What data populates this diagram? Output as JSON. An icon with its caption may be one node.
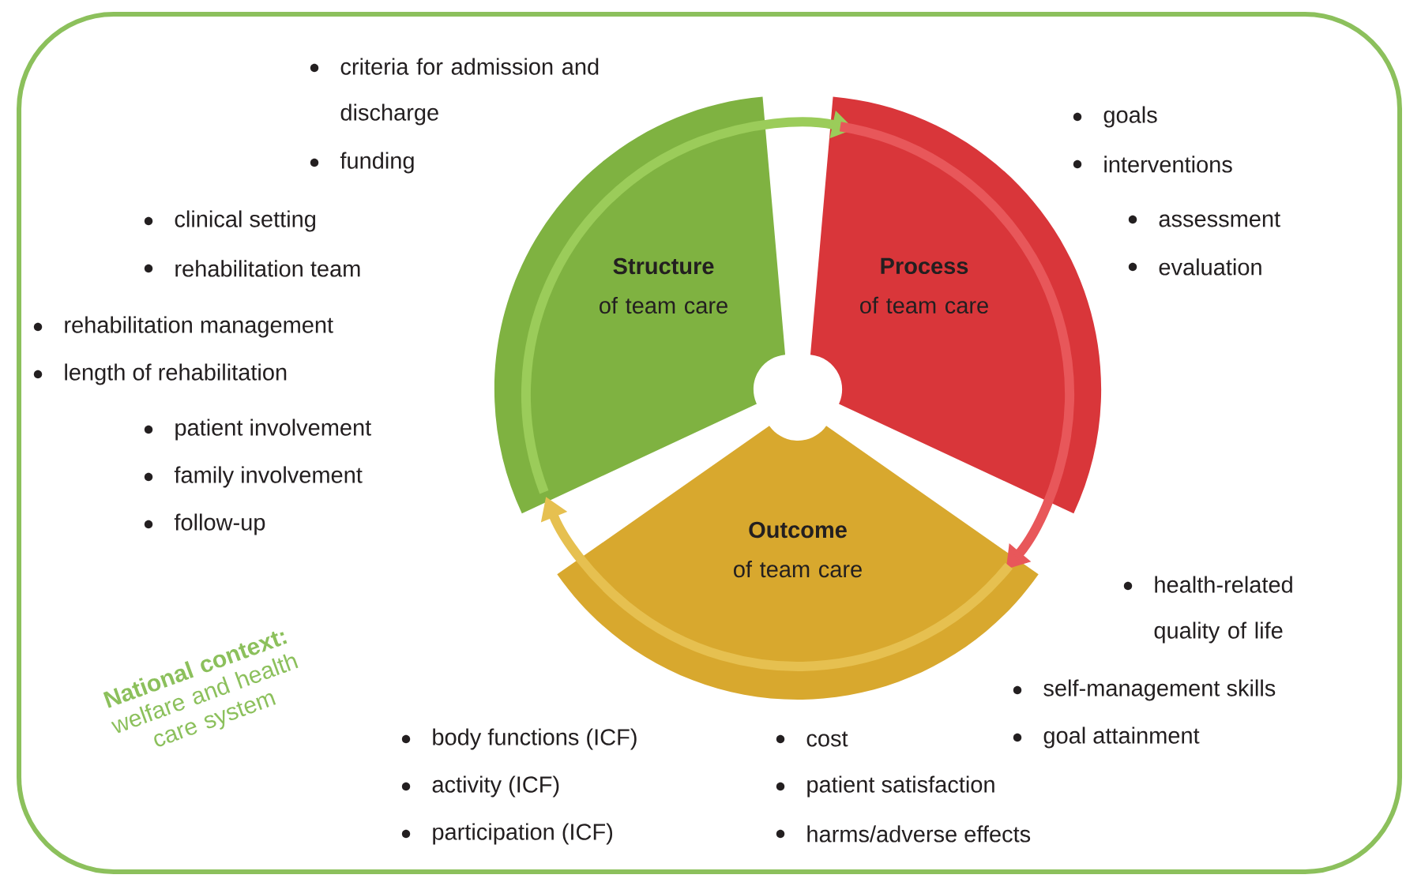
{
  "diagram": {
    "nodes": [
      {
        "text": [
          "National context:",
          "welfare and health care system"
        ]
      },
      {
        "text": [
          "Structure",
          "of team care"
        ],
        "in": 0
      },
      {
        "text": [
          "Process",
          "of team care"
        ],
        "in": 0
      },
      {
        "text": [
          "Outcome",
          "of team care"
        ],
        "in": 0
      }
    ],
    "edges": [
      {
        "from": 1,
        "to": 2,
        "arrow": "to",
        "color": "#9bcc5a"
      },
      {
        "from": 2,
        "to": 3,
        "arrow": "to",
        "color": "#e8575a"
      },
      {
        "from": 3,
        "to": 1,
        "arrow": "to",
        "color": "#e6c050"
      }
    ],
    "labels": [
      "criteria for admission and discharge",
      "funding",
      "clinical setting",
      "rehabilitation team",
      "rehabilitation management",
      "length of rehabilitation",
      "patient involvement",
      "family involvement",
      "follow-up",
      "goals",
      "interventions",
      "assessment",
      "evaluation",
      "health-related quality of life",
      "self-management skills",
      "goal attainment",
      "body functions (ICF)",
      "activity (ICF)",
      "participation (ICF)",
      "cost",
      "patient satisfaction",
      "harms/adverse effects"
    ]
  }
}
